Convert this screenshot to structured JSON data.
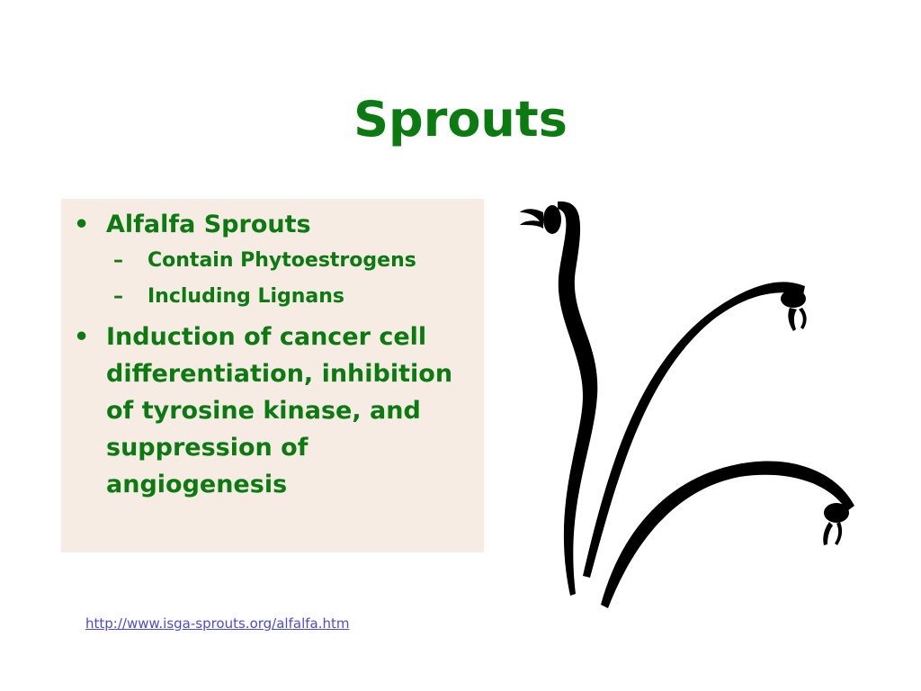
{
  "slide": {
    "title": "Sprouts",
    "bullets": [
      {
        "text": "Alfalfa Sprouts",
        "sub": [
          "Contain Phytoestrogens",
          "Including Lignans"
        ]
      },
      {
        "text": "Induction of cancer cell differentiation, inhibition of tyrosine kinase, and suppression of angiogenesis"
      }
    ],
    "bullet_symbol": "•",
    "sub_symbol": "–",
    "link": "http://www.isga-sprouts.org/alfalfa.htm",
    "image": "sprouts-illustration",
    "colors": {
      "title": "#0b7a10",
      "box": "#f6ece4",
      "link": "#4d4dcc"
    }
  }
}
